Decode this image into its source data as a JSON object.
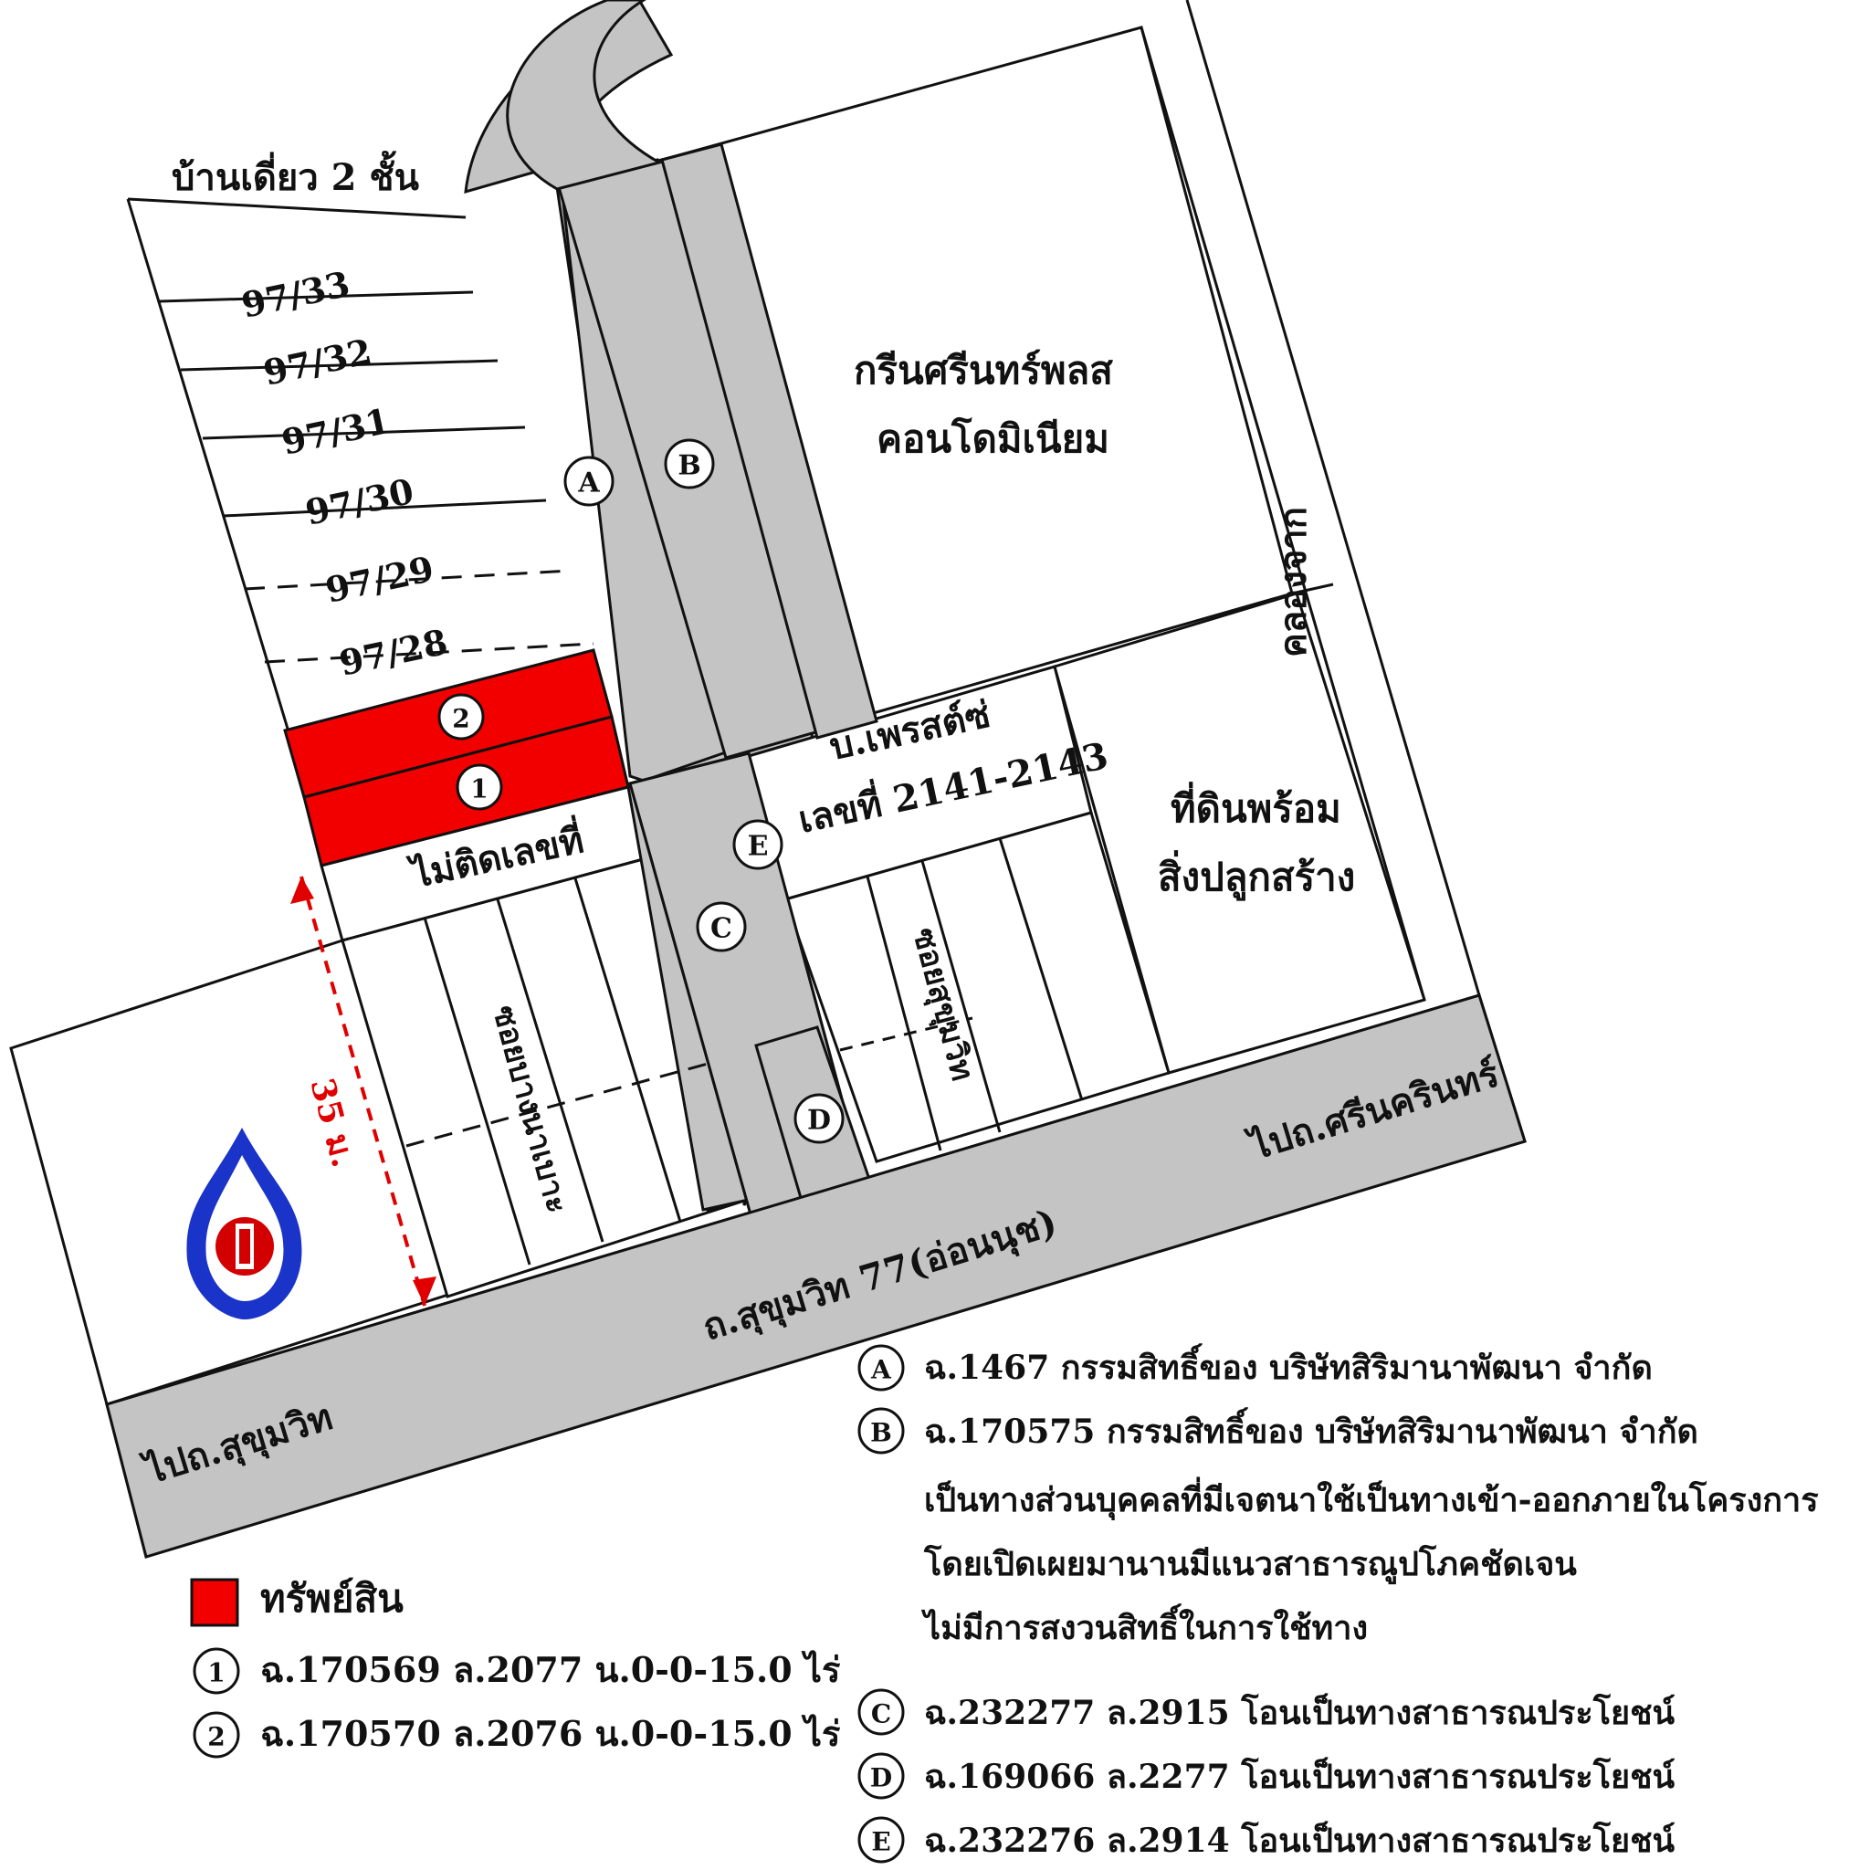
{
  "labels": {
    "house_2storey": "บ้านเดี่ยว 2 ชั้น",
    "lots": [
      "97/33",
      "97/32",
      "97/31",
      "97/30",
      "97/29",
      "97/28"
    ],
    "condo_line1": "กรีนศรีนทร์พลส",
    "condo_line2": "คอนโดมิเนียม",
    "canal": "คลองจาก",
    "company_line1": "บ.เพรสต์ซ่",
    "company_line2": "เลขที่ 2141-2143",
    "land_line1": "ที่ดินพร้อม",
    "land_line2": "สิ่งปลูกสร้าง",
    "no_number": "ไม่ติดเลขที่",
    "dist": "35 ม.",
    "soi_left": "ซอยบางนาเบาะ",
    "soi_right": "ซอยสุขุมวิท",
    "road_main": "ถ.สุขุมวิท 77(อ่อนนุช)",
    "to_srinakarin": "ไปถ.ศรีนครินทร์",
    "to_sukhumvit": "ไปถ.สุขุมวิท"
  },
  "markers": {
    "A": "A",
    "B": "B",
    "C": "C",
    "D": "D",
    "E": "E",
    "one": "1",
    "two": "2"
  },
  "legend": {
    "asset_label": "ทรัพย์สิน",
    "asset_color": "#f20000",
    "item1": "ฉ.170569 ล.2077 น.0-0-15.0 ไร่",
    "item2": "ฉ.170570 ล.2076 น.0-0-15.0 ไร่"
  },
  "notes": {
    "A": "ฉ.1467 กรรมสิทธิ์ของ บริษัทสิริมานาพัฒนา จำกัด",
    "B": "ฉ.170575 กรรมสิทธิ์ของ บริษัทสิริมานาพัฒนา จำกัด",
    "B_cont1": "เป็นทางส่วนบุคคลที่มีเจตนาใช้เป็นทางเข้า-ออกภายในโครงการ",
    "B_cont2": "โดยเปิดเผยมานานมีแนวสาธารณูปโภคชัดเจน",
    "B_cont3": "ไม่มีการสงวนสิทธิ์ในการใช้ทาง",
    "C": "ฉ.232277 ล.2915 โอนเป็นทางสาธารณประโยชน์",
    "D": "ฉ.169066 ล.2277 โอนเป็นทางสาธารณประโยชน์",
    "E": "ฉ.232276 ล.2914  โอนเป็นทางสาธารณประโยชน์"
  },
  "colors": {
    "road": "#c4c4c4",
    "asset": "#f20000",
    "dimension": "#e00000",
    "logo_blue": "#1a33c8"
  },
  "icons": {
    "logo": "ptt-gas-station-logo-icon"
  }
}
